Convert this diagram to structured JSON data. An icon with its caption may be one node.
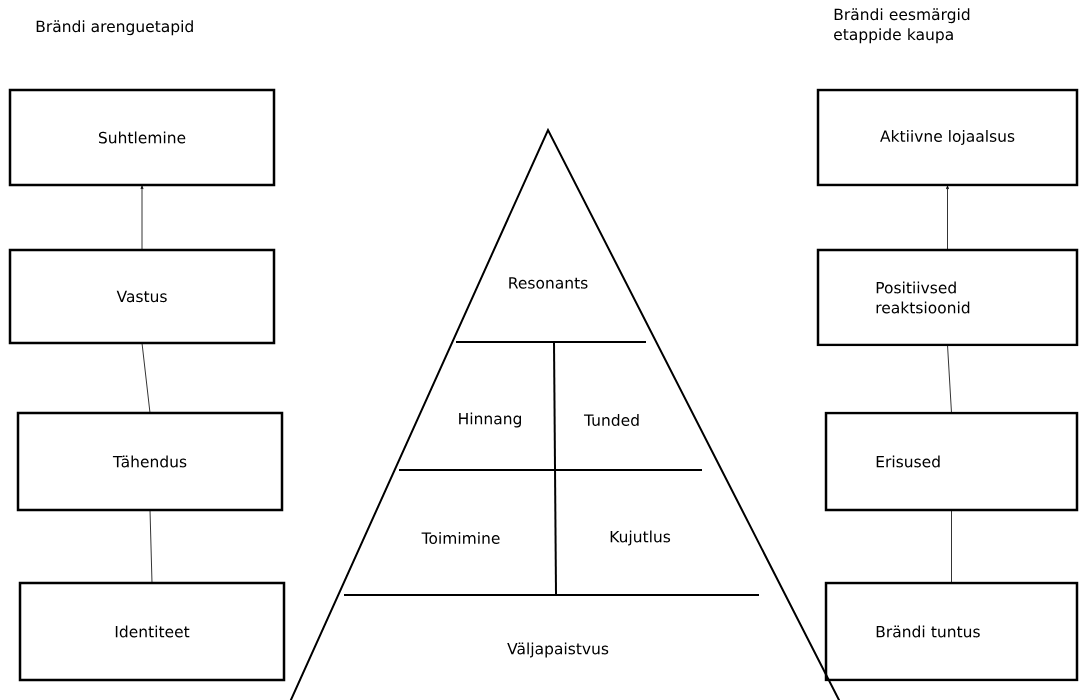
{
  "diagram": {
    "nodes": [
      {
        "text": [
          "Suhtlemine"
        ]
      },
      {
        "text": [
          "Vastus"
        ]
      },
      {
        "text": [
          "Tähendus"
        ]
      },
      {
        "text": [
          "Identiteet"
        ]
      },
      {
        "text": [
          "Resonants"
        ]
      },
      {
        "text": [
          "Hinnang"
        ]
      },
      {
        "text": [
          "Tunded"
        ]
      },
      {
        "text": [
          "Toimimine"
        ]
      },
      {
        "text": [
          "Kujutlus"
        ]
      },
      {
        "text": [
          "Väljapaistvus"
        ]
      },
      {
        "text": [
          "Aktiivne lojaalsus"
        ]
      },
      {
        "text": [
          "Positiivsed reaktsioonid"
        ]
      },
      {
        "text": [
          "Erisused"
        ]
      },
      {
        "text": [
          "Brändi tuntus"
        ]
      }
    ],
    "edges": [
      {
        "from": 3,
        "to": 2,
        "arrow": "none"
      },
      {
        "from": 2,
        "to": 1,
        "arrow": "none"
      },
      {
        "from": 1,
        "to": 0,
        "arrow": "to"
      },
      {
        "from": 13,
        "to": 12,
        "arrow": "none"
      },
      {
        "from": 12,
        "to": 11,
        "arrow": "none"
      },
      {
        "from": 11,
        "to": 10,
        "arrow": "to"
      }
    ],
    "labels": [
      "Brändi arenguetapid",
      "Brändi eesmärgid etappide kaupa"
    ]
  }
}
